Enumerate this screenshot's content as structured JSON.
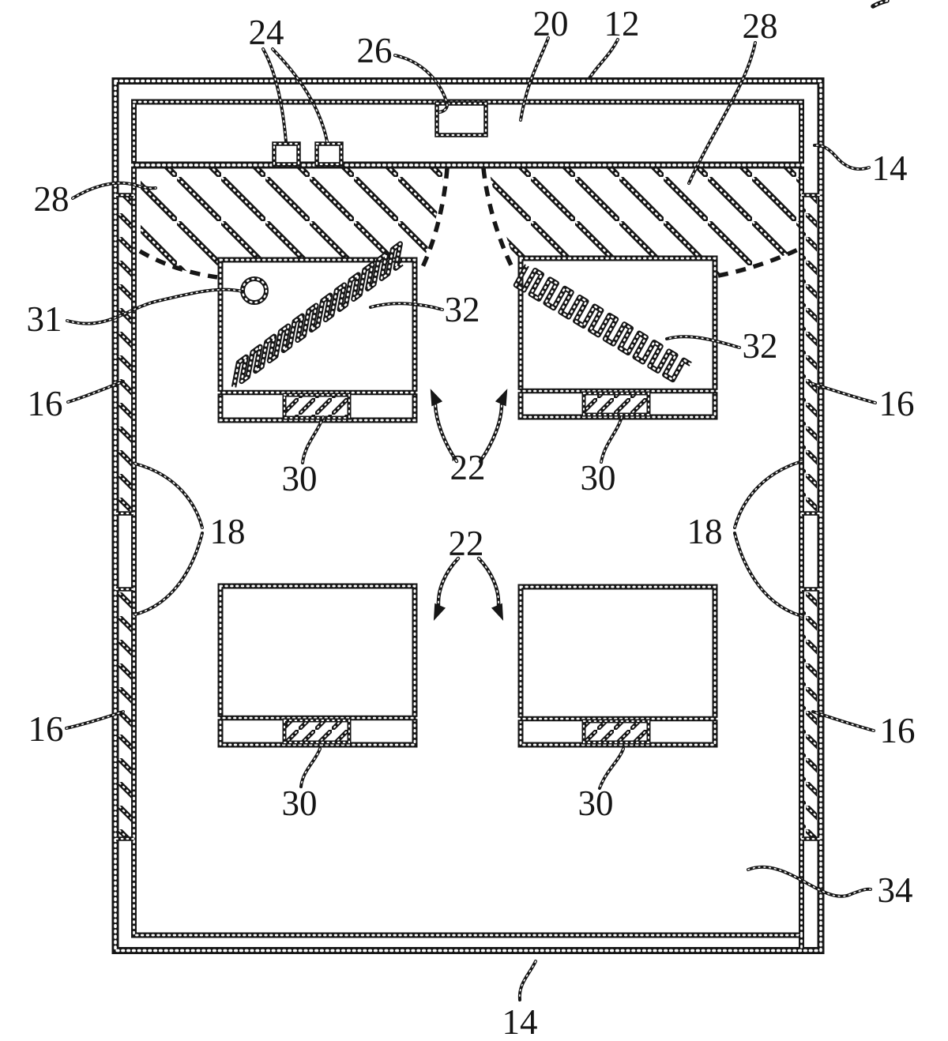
{
  "figure": {
    "kind": "patent line drawing, cross-section of enclosure with internal components",
    "background_color": "#ffffff",
    "ink_color": "#161616"
  },
  "labels": {
    "top_24": "24",
    "top_26": "26",
    "top_20": "20",
    "top_12": "12",
    "top_right_28": "28",
    "right_14_top": "14",
    "left_28": "28",
    "left_31": "31",
    "left_16_upper": "16",
    "right_16_upper": "16",
    "mid_32_left": "32",
    "mid_32_right": "32",
    "upper_30_left": "30",
    "upper_30_right": "30",
    "upper_22": "22",
    "left_18": "18",
    "right_18": "18",
    "lower_22": "22",
    "left_16_lower": "16",
    "right_16_lower": "16",
    "lower_30_left": "30",
    "lower_30_right": "30",
    "right_34": "34",
    "bottom_14": "14"
  }
}
